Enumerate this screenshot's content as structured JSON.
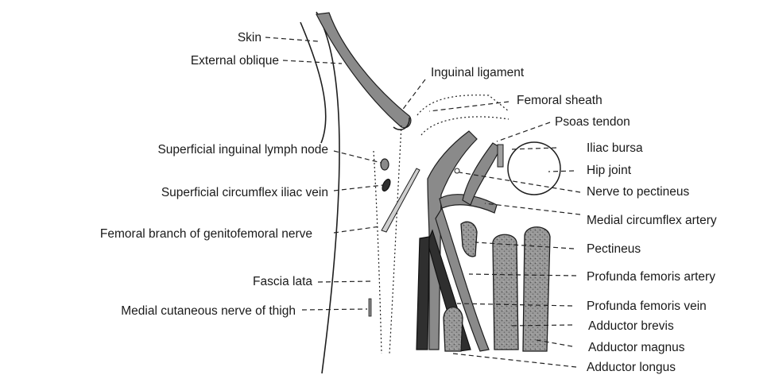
{
  "labels": {
    "skin": "Skin",
    "external_oblique": "External oblique",
    "inguinal_ligament": "Inguinal ligament",
    "femoral_sheath": "Femoral sheath",
    "psoas_tendon": "Psoas tendon",
    "superficial_inguinal_lymph_node": "Superficial inguinal lymph node",
    "iliac_bursa": "Iliac bursa",
    "hip_joint": "Hip joint",
    "superficial_circumflex_iliac_vein": "Superficial circumflex iliac vein",
    "nerve_to_pectineus": "Nerve to pectineus",
    "femoral_branch_genitofemoral_nerve": "Femoral branch of genitofemoral nerve",
    "medial_circumflex_artery": "Medial circumflex artery",
    "pectineus": "Pectineus",
    "fascia_lata": "Fascia lata",
    "profunda_femoris_artery": "Profunda femoris artery",
    "medial_cutaneous_nerve_of_thigh": "Medial cutaneous nerve of thigh",
    "profunda_femoris_vein": "Profunda femoris vein",
    "adductor_brevis": "Adductor brevis",
    "adductor_magnus": "Adductor magnus",
    "adductor_longus": "Adductor longus"
  },
  "colors": {
    "structure_gray": "#8a8a8a",
    "vein_dark": "#2f2f2f",
    "ink": "#1e1e1e"
  }
}
